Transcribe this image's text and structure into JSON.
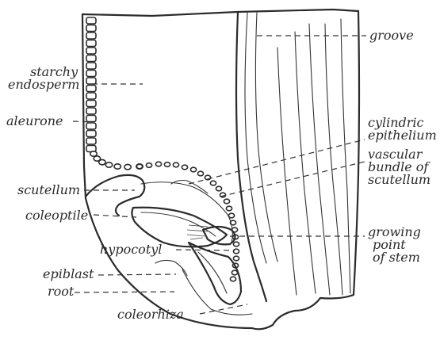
{
  "labels": {
    "starchy": "starchy",
    "endosperm": "endosperm",
    "aleurone": "aleurone",
    "scutellum": "scutellum",
    "coleoptile": "coleoptile",
    "hypocotyl": "hypocotyl",
    "epiblast": "epiblast",
    "root": "root",
    "coleorhiza": "coleorhiza",
    "groove": "groove",
    "cylindric": "cylindric",
    "epithelium": "epithelium",
    "vascular": "vascular",
    "bundle_of": "bundle of",
    "scutellum_r": "scutellum",
    "growing": "growing",
    "point": "point",
    "of_stem": "of stem"
  }
}
